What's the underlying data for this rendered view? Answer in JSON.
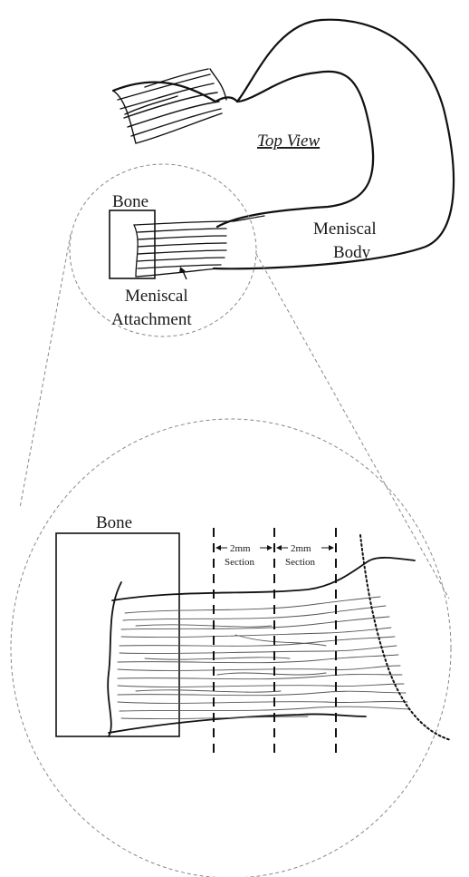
{
  "top": {
    "view_label": "Top View",
    "bone_label": "Bone",
    "body_label_line1": "Meniscal",
    "body_label_line2": "Body",
    "attachment_label_line1": "Meniscal",
    "attachment_label_line2": "Attachment"
  },
  "zoom": {
    "bone_label": "Bone",
    "section_1_size": "2mm",
    "section_1_label": "Section",
    "section_2_size": "2mm",
    "section_2_label": "Section"
  }
}
